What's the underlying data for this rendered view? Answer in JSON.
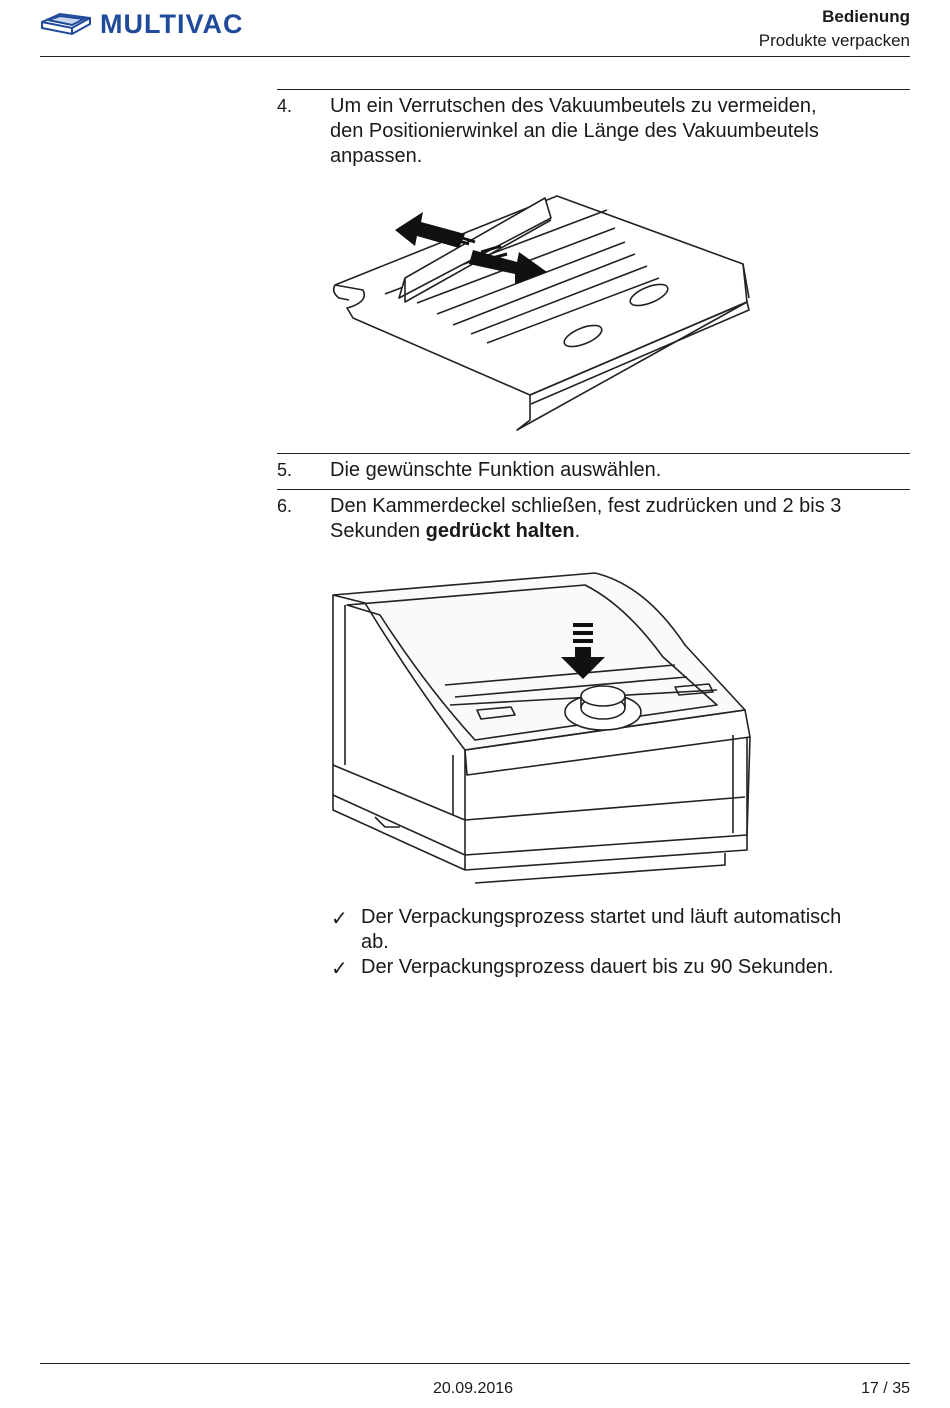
{
  "header": {
    "brand": "MULTIVAC",
    "title": "Bedienung",
    "subtitle": "Produkte verpacken"
  },
  "steps": [
    {
      "number": "4.",
      "line1": "Um ein Verrutschen des Vakuumbeutels zu vermeiden,",
      "line2": "den Positionierwinkel an die Länge des Vakuumbeutels",
      "line3": "anpassen."
    },
    {
      "number": "5.",
      "line1": "Die gewünschte Funktion auswählen."
    },
    {
      "number": "6.",
      "line1": "Den Kammerdeckel schließen, fest zudrücken und 2 bis 3",
      "line2_start": "Sekunden ",
      "line2_bold": "gedrückt halten",
      "line2_end": "."
    }
  ],
  "results": [
    {
      "line1": "Der Verpackungsprozess startet und läuft automatisch",
      "line2": "ab."
    },
    {
      "line1": "Der Verpackungsprozess dauert bis zu 90 Sekunden."
    }
  ],
  "check_symbol": "✓",
  "footer": {
    "date": "20.09.2016",
    "page": "17 / 35"
  },
  "colors": {
    "brand_blue": "#1f4b9a",
    "text": "#1a1a1a"
  }
}
